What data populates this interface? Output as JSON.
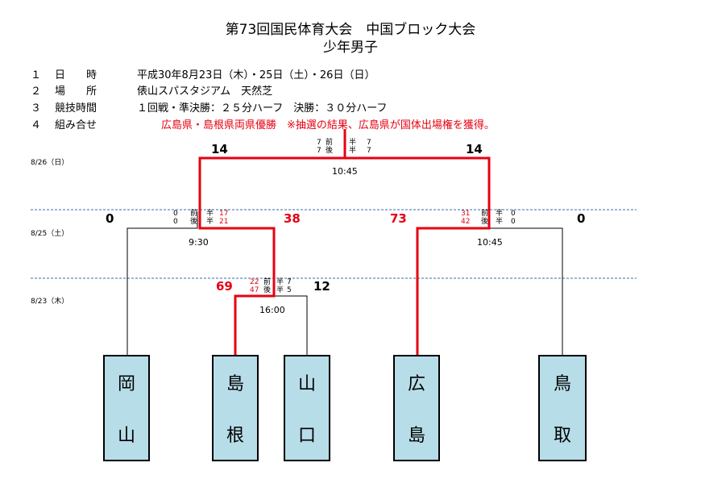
{
  "header": {
    "title": "第73回国民体育大会　中国ブロック大会",
    "subtitle": "少年男子"
  },
  "info": [
    {
      "num": "１",
      "label": "日　　時",
      "value": "平成30年8月23日（木）・25日（土）・26日（日）"
    },
    {
      "num": "２",
      "label": "場　　所",
      "value": "俵山スパスタジアム　天然芝"
    },
    {
      "num": "３",
      "label": "競技時間",
      "value": "１回戦・準決勝：２５分ハーフ　決勝：３０分ハーフ"
    },
    {
      "num": "４",
      "label": "組み合せ",
      "value": "広島県・島根県両県優勝　※抽選の結果、広島県が国体出場権を獲得。"
    }
  ],
  "dates": {
    "final": "8/26（日）",
    "semi": "8/25（土）",
    "first": "8/23（木）"
  },
  "final": {
    "left_score": "14",
    "right_score": "14",
    "first_half": {
      "left": "7",
      "label": "前",
      "half": "半",
      "right": "7"
    },
    "second_half": {
      "left": "7",
      "label": "後",
      "half": "半",
      "right": "7"
    },
    "time": "10:45"
  },
  "semi_left": {
    "left_score": "0",
    "right_score": "38",
    "first_half": {
      "left": "0",
      "right": "17",
      "label": "前",
      "half": "半"
    },
    "second_half": {
      "left": "0",
      "right": "21",
      "label": "後",
      "half": "半"
    },
    "time": "9:30"
  },
  "semi_right": {
    "left_score": "73",
    "right_score": "0",
    "first_half": {
      "left": "31",
      "right": "0",
      "label": "前",
      "half": "半"
    },
    "second_half": {
      "left": "42",
      "right": "0",
      "label": "後",
      "half": "半"
    },
    "time": "10:45"
  },
  "first_round": {
    "left_score": "69",
    "right_score": "12",
    "first_half": {
      "left": "22",
      "right": "7",
      "label": "前",
      "half": "半"
    },
    "second_half": {
      "left": "47",
      "right": "5",
      "label": "後",
      "half": "半"
    },
    "time": "16:00"
  },
  "teams": [
    {
      "top": "岡",
      "bottom": "山"
    },
    {
      "top": "島",
      "bottom": "根"
    },
    {
      "top": "山",
      "bottom": "口"
    },
    {
      "top": "広",
      "bottom": "島"
    },
    {
      "top": "鳥",
      "bottom": "取"
    }
  ],
  "colors": {
    "winner_line": "#e60012",
    "team_box": "#b7dde8",
    "divider": "#3a6ea5"
  }
}
